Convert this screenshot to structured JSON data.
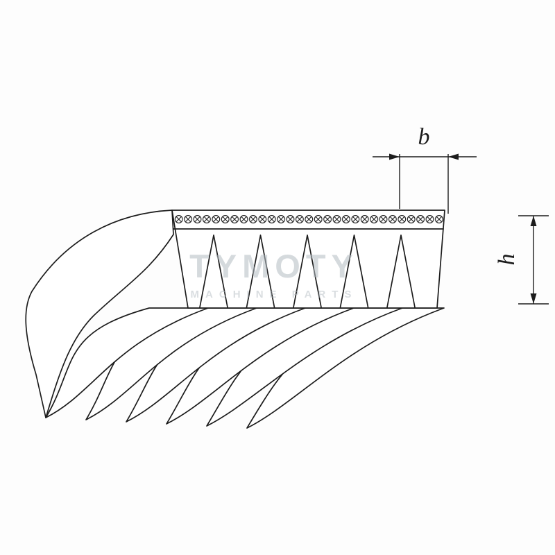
{
  "diagram": {
    "labels": {
      "rib_width": "b",
      "belt_height": "h"
    },
    "features": {
      "groove_count_on_cut_face": 5,
      "rib_tip_count_side_view": 6,
      "hatch_symbol": "circled-x-row"
    }
  },
  "watermark": {
    "line1": "TYMOTY",
    "line2": "MACHINE PARTS"
  },
  "colors": {
    "line": "#1c1c1c",
    "watermark": "#b4bcc3",
    "background": "#fdfdfd"
  }
}
